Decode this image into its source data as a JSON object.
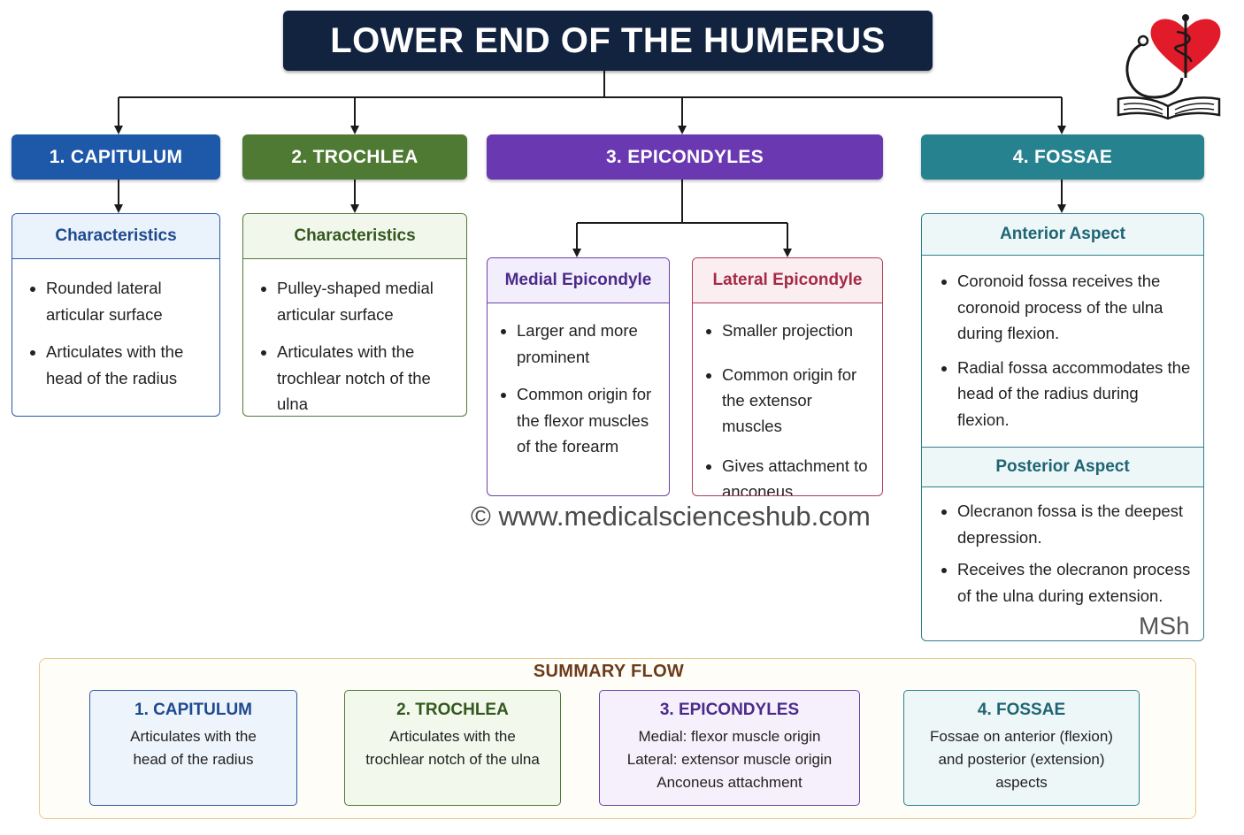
{
  "title": "LOWER END OF THE HUMERUS",
  "watermark": "© www.medicalscienceshub.com",
  "signature": "MSh",
  "colors": {
    "title_bg": "#12233f",
    "capitulum": "#1e58a8",
    "trochlea": "#4e7a33",
    "epicondyles": "#6a38b0",
    "fossae": "#25828e"
  },
  "sections": {
    "capitulum": {
      "header": "1. CAPITULUM",
      "card_title": "Characteristics",
      "points": [
        "Rounded lateral articular surface",
        "Articulates with the head of the radius"
      ]
    },
    "trochlea": {
      "header": "2. TROCHLEA",
      "card_title": "Characteristics",
      "points": [
        "Pulley-shaped medial articular surface",
        "Articulates with the trochlear notch of the ulna"
      ]
    },
    "epicondyles": {
      "header": "3. EPICONDYLES",
      "medial": {
        "title": "Medial Epicondyle",
        "points": [
          "Larger and more prominent",
          "Common origin for the flexor muscles of the forearm"
        ]
      },
      "lateral": {
        "title": "Lateral Epicondyle",
        "points": [
          "Smaller projection",
          "Common origin for the extensor muscles",
          "Gives attachment to anconeus"
        ]
      }
    },
    "fossae": {
      "header": "4. FOSSAE",
      "anterior": {
        "title": "Anterior Aspect",
        "points": [
          "Coronoid fossa receives the coronoid process of the ulna during flexion.",
          "Radial fossa accommodates the head of the radius during flexion."
        ]
      },
      "posterior": {
        "title": "Posterior Aspect",
        "points": [
          "Olecranon fossa is the deepest depression.",
          "Receives the olecranon process of the ulna during extension."
        ]
      }
    }
  },
  "summary": {
    "title": "SUMMARY FLOW",
    "items": [
      {
        "title": "1. CAPITULUM",
        "lines": [
          "Articulates with the",
          "head of the radius"
        ]
      },
      {
        "title": "2. TROCHLEA",
        "lines": [
          "Articulates with the",
          "trochlear notch of the ulna"
        ]
      },
      {
        "title": "3. EPICONDYLES",
        "lines": [
          "Medial: flexor muscle origin",
          "Lateral: extensor muscle origin",
          "Anconeus attachment"
        ]
      },
      {
        "title": "4. FOSSAE",
        "lines": [
          "Fossae on anterior (flexion)",
          "and posterior (extension)",
          "aspects"
        ]
      }
    ]
  }
}
